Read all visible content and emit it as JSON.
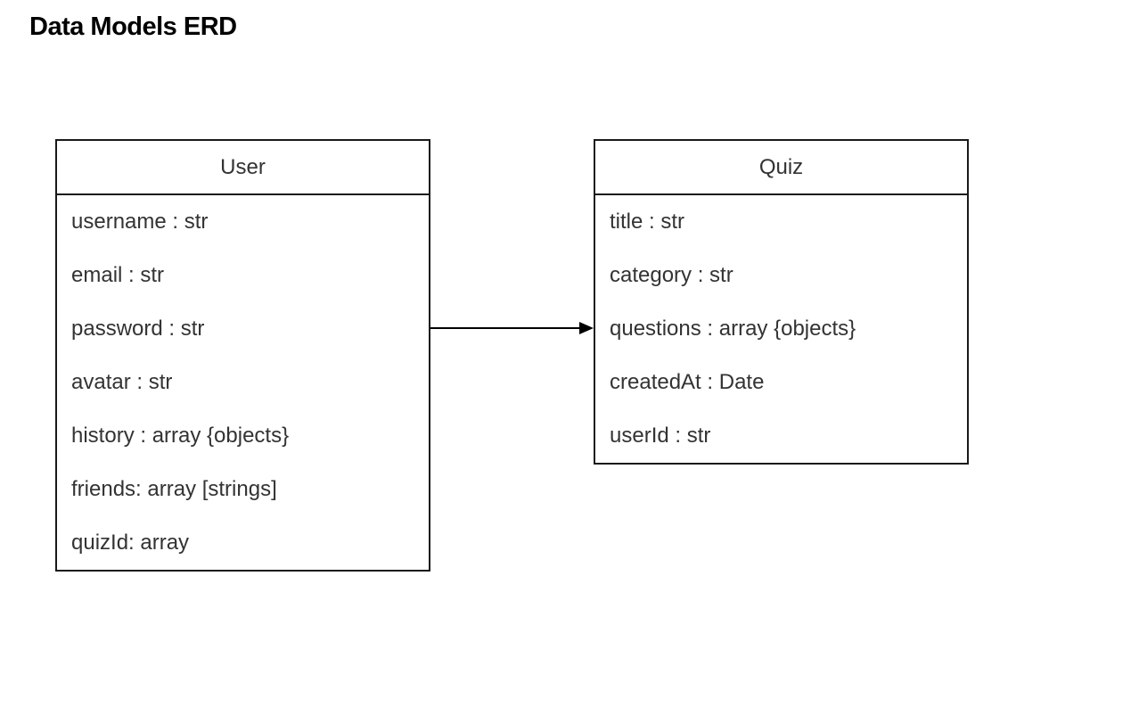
{
  "title": "Data Models ERD",
  "colors": {
    "background": "#ffffff",
    "entity_border": "#1a1a1a",
    "entity_text": "#333333",
    "title_text": "#000000",
    "arrow": "#000000"
  },
  "entities": [
    {
      "name": "User",
      "fields": [
        "username : str",
        "email : str",
        "password : str",
        "avatar : str",
        "history : array {objects}",
        "friends: array [strings]",
        "quizId: array"
      ]
    },
    {
      "name": "Quiz",
      "fields": [
        "title : str",
        "category : str",
        "questions : array {objects}",
        "createdAt : Date",
        "userId : str"
      ]
    }
  ],
  "relationships": [
    {
      "from": "User",
      "to": "Quiz",
      "direction": "right",
      "style": "solid-line-filled-arrowhead"
    }
  ]
}
